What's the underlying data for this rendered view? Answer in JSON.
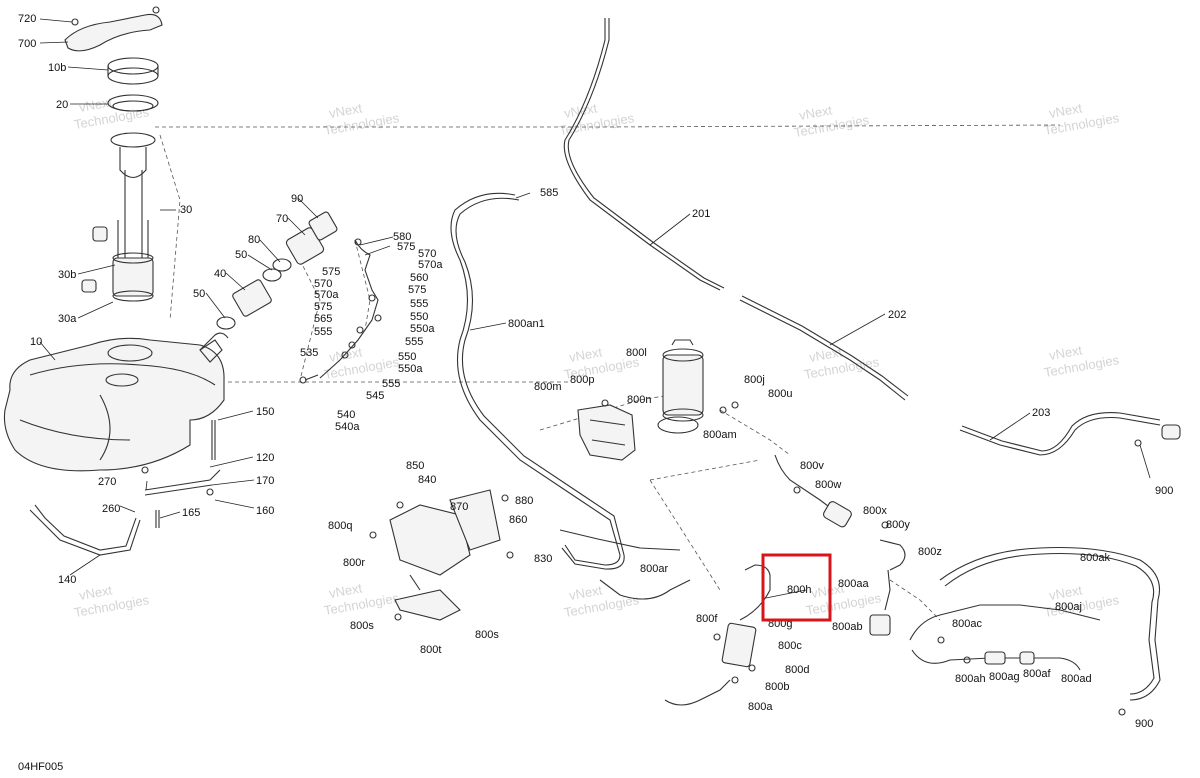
{
  "diagram_code": "04HF005",
  "highlight_color": "#d9151c",
  "highlight_label": "800h",
  "watermark": {
    "line1": "vNext",
    "line2": "Technologies",
    "combined": "vNext Technologies"
  },
  "labels": [
    "720",
    "700",
    "10b",
    "20",
    "30",
    "30b",
    "30a",
    "10",
    "90",
    "70",
    "80",
    "50",
    "40",
    "50",
    "580",
    "575",
    "570",
    "570a",
    "575",
    "560",
    "575",
    "570",
    "570a",
    "575",
    "555",
    "565",
    "550",
    "550a",
    "555",
    "555",
    "535",
    "550",
    "550a",
    "555",
    "545",
    "540",
    "540a",
    "585",
    "800an1",
    "201",
    "202",
    "203",
    "900",
    "800l",
    "800m",
    "800p",
    "800n",
    "800j",
    "800u",
    "800am",
    "800v",
    "800w",
    "800x",
    "800y",
    "800z",
    "150",
    "120",
    "270",
    "170",
    "260",
    "165",
    "160",
    "140",
    "850",
    "840",
    "870",
    "880",
    "860",
    "800q",
    "800r",
    "830",
    "800s",
    "800t",
    "800s",
    "800ar",
    "800ak",
    "800aj",
    "800ac",
    "800ah",
    "800ag",
    "800af",
    "800ad",
    "900",
    "800ab",
    "800aa",
    "800h",
    "800g",
    "800f",
    "800c",
    "800d",
    "800b",
    "800a"
  ]
}
